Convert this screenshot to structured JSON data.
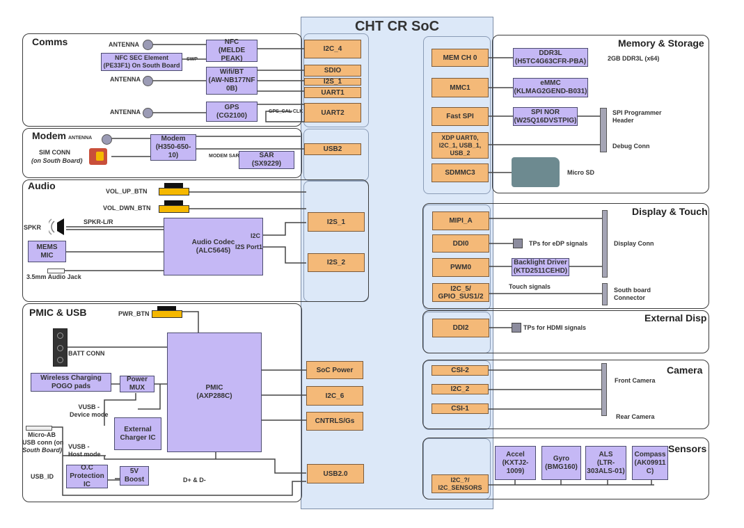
{
  "soc": {
    "title": "CHT CR SoC"
  },
  "groups": {
    "comms": "Comms",
    "modem": "Modem",
    "audio": "Audio",
    "pmic_usb": "PMIC & USB",
    "memory": "Memory & Storage",
    "display": "Display & Touch",
    "ext_disp": "External Disp",
    "camera": "Camera",
    "sensors": "Sensors"
  },
  "pins": {
    "i2c_4": "I2C_4",
    "sdio": "SDIO",
    "i2s_1_top": "I2S_1",
    "uart1": "UART1",
    "uart2": "UART2",
    "usb2": "USB2",
    "i2s_1": "I2S_1",
    "i2s_2": "I2S_2",
    "soc_power": "SoC Power",
    "i2c_6": "I2C_6",
    "cntrls_gs": "CNTRLS/Gs",
    "usb_otg": "USB2.0",
    "mem_ch0": "MEM CH 0",
    "mmc": "MMC1",
    "fast_spi": "Fast SPI",
    "xdp": "XDP UART0,\nI2C_1, USB_1,\nUSB_2",
    "sdmmc3": "SDMMC3",
    "mipi_a": "MIPI_A",
    "ddi0": "DDI0",
    "pwm": "PWM0",
    "i2c5_gpio": "I2C_5/\nGPIO_SUS1/2",
    "ddi2": "DDI2",
    "csi2": "CSI-2",
    "i2c_cam": "I2C_2",
    "csi1": "CSI-1",
    "i2c_sensors": "I2C_?/\nI2C_SENSORS"
  },
  "chips": {
    "nfc": "NFC\n(MELDE PEAK)",
    "nfc_sec": "NFC SEC Element\n(PE33F1) On South Board",
    "wifi_bt": "Wifi/BT\n(AW-NB177NF\n0B)",
    "gps": "GPS\n(CG2100)",
    "modem": "Modem\n(H350-650-10)",
    "sar": "SAR\n(SX9229)",
    "audio_codec": "Audio Codec\n(ALC5645)",
    "mems_mic": "MEMS\nMIC",
    "pmic": "PMIC\n(AXP288C)",
    "wireless_charging": "Wireless Charging\nPOGO pads",
    "power_mux": "Power\nMUX",
    "ext_charger": "External\nCharger IC",
    "oc_protection": "O.C\nProtection\nIC",
    "boost_5v": "5V\nBoost",
    "ddr3l": "DDR3L\n(H5TC4G63CFR-PBA)",
    "emmc": "eMMC\n(KLMAG2GEND-B031)",
    "spi_nor": "SPI NOR\n(W25Q16DVSTPIG)",
    "backlight": "Backlight Driver\n(KTD2511CEHD)",
    "accel": "Accel\n(KXTJ2-\n1009)",
    "gyro": "Gyro\n(BMG160)",
    "als": "ALS\n(LTR-\n303ALS-01)",
    "compass": "Compass\n(AK09911\nC)"
  },
  "labels": {
    "antenna_nfc": "ANTENNA",
    "antenna_wifi": "ANTENNA",
    "antenna_gps": "ANTENNA",
    "antenna_modem": "ANTENNA",
    "swp": "SWP",
    "gps_cal_clk": "GPS_CAL CLK",
    "sim_conn": "SIM CONN",
    "sim_conn_note": "(on South Board)",
    "modem_sar": "MODEM SAR",
    "vol_up": "VOL_UP_BTN",
    "vol_dwn": "VOL_DWN_BTN",
    "spkr": "SPKR",
    "spkr_lr": "SPKR-L/R",
    "audio_jack": "3.5mm Audio Jack",
    "i2c_codec": "I2C",
    "i2s_port1": "I2S Port1",
    "pwr_btn": "PWR_BTN",
    "batt_conn": "BATT CONN",
    "vusb_device": "VUSB -\nDevice mode",
    "vusb_host": "VUSB -\nHost mode",
    "micro_ab": "Micro-AB",
    "usb_conn": "USB conn (on",
    "south_board": "South Board)",
    "usb_id": "USB_ID",
    "dplus_dminus": "D+ & D-",
    "ddr_size": "2GB DDR3L (x64)",
    "spi_prog_header": "SPI Programmer\nHeader",
    "debug_conn": "Debug Conn",
    "micro_sd": "Micro SD",
    "tps_edp": "TPs for eDP signals",
    "display_conn": "Display Conn",
    "touch_signals": "Touch signals",
    "south_board_connector": "South board\nConnector",
    "tps_hdmi": "TPs for HDMI signals",
    "front_camera": "Front Camera",
    "rear_camera": "Rear Camera"
  },
  "colors": {
    "soc_bg": "#dce8f8",
    "pin_fill": "#f4b978",
    "chip_fill": "#c5b8f5",
    "button_yellow": "#f5b800"
  }
}
